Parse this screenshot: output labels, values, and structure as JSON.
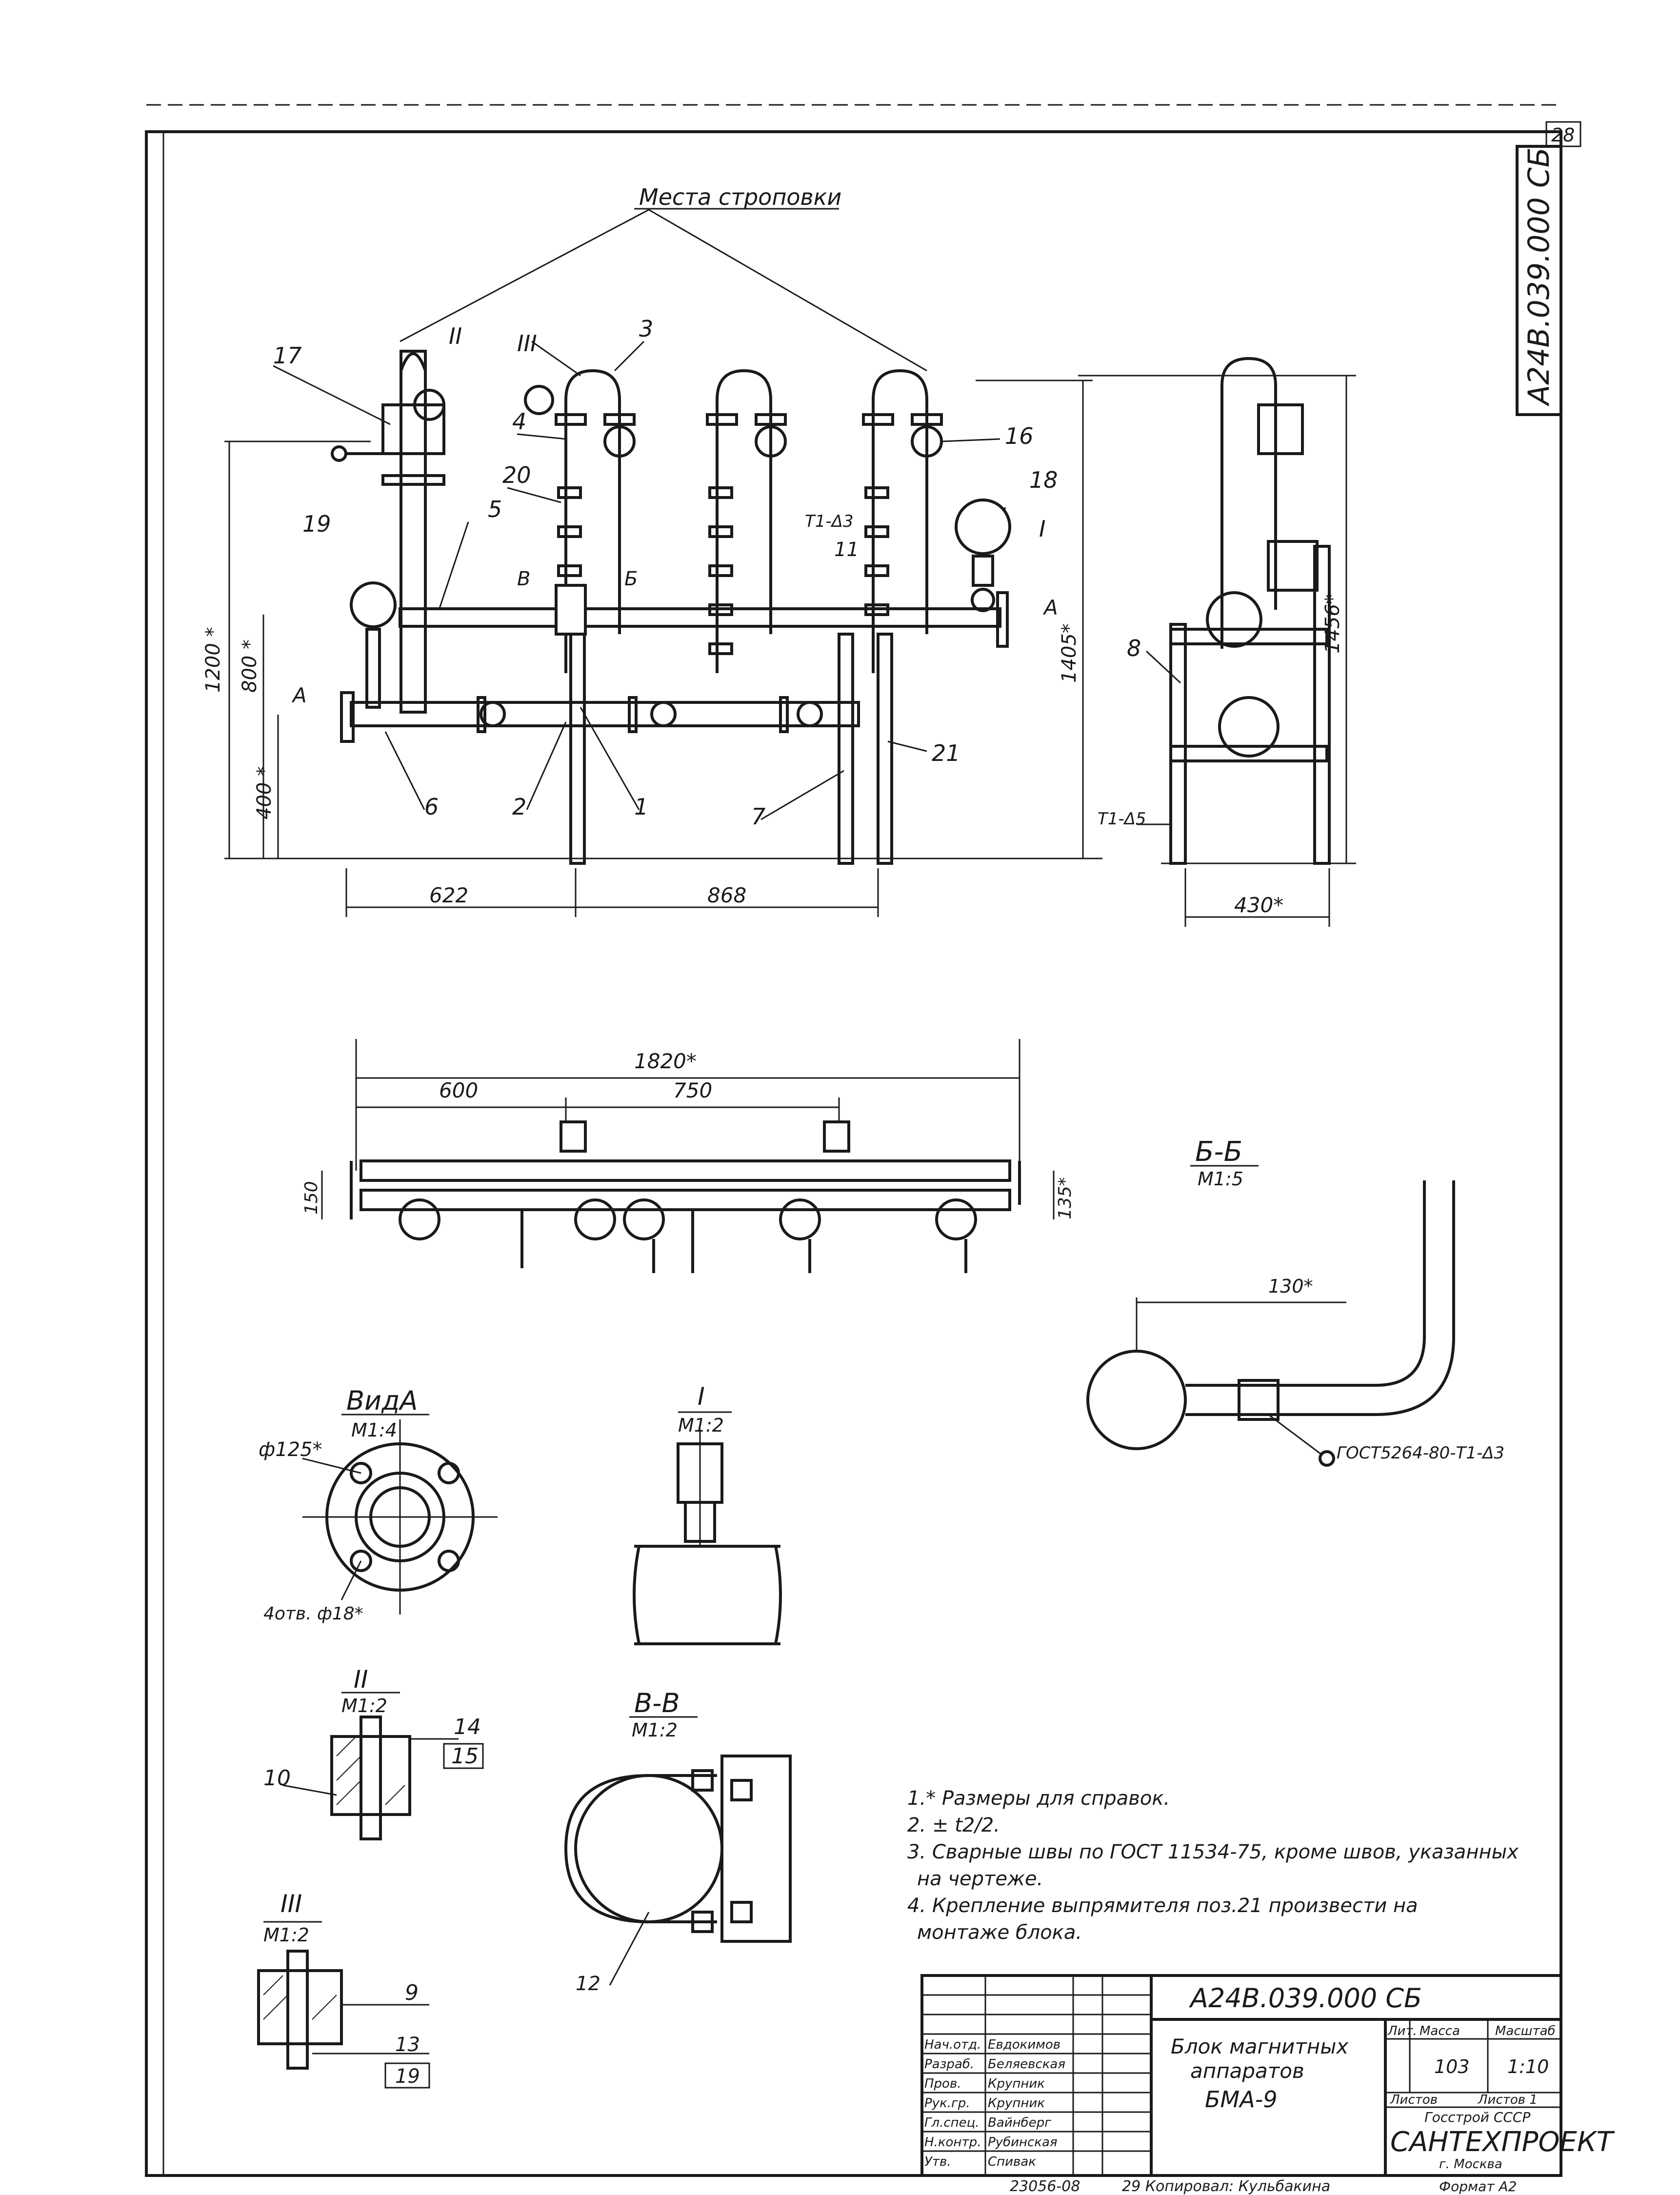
{
  "sheet": {
    "number": "28",
    "vertical_code": "А24В.039.000 СБ",
    "slinging_label": "Места строповки"
  },
  "front_view": {
    "pos_17": "17",
    "pos_II": "II",
    "pos_III": "III",
    "pos_3": "3",
    "pos_4": "4",
    "pos_20": "20",
    "pos_19": "19",
    "pos_5": "5",
    "pos_16": "16",
    "pos_18": "18",
    "pos_I": "I",
    "pos_11": "11",
    "weld_T1_3": "Т1-Δ3",
    "view_A_left": "А",
    "view_A_right": "А",
    "cut_B": "В",
    "cut_B2": "Б",
    "pos_6": "6",
    "pos_2": "2",
    "pos_1": "1",
    "pos_7": "7",
    "pos_21": "21",
    "dim_1200": "1200 *",
    "dim_800": "800 *",
    "dim_400": "400 *",
    "dim_1405": "1405*",
    "dim_622": "622",
    "dim_868": "868"
  },
  "side_view": {
    "pos_8": "8",
    "dim_1456": "1456*",
    "dim_430": "430*",
    "weld": "Т1-Δ5"
  },
  "plan_view": {
    "dim_1820": "1820*",
    "dim_600": "600",
    "dim_750": "750",
    "dim_150": "150",
    "dim_135": "135*"
  },
  "section_bb": {
    "title": "Б-Б",
    "scale": "М1:5",
    "dim_130": "130*",
    "weld_note": "ГОСТ5264-80-Т1-Δ3"
  },
  "view_a": {
    "title": "ВидА",
    "scale": "М1:4",
    "dia": "ф125*",
    "holes": "4отв. ф18*"
  },
  "detail_1": {
    "title": "I",
    "scale": "М1:2"
  },
  "detail_2": {
    "title": "II",
    "scale": "М1:2",
    "pos_14": "14",
    "pos_15": "15",
    "pos_10": "10"
  },
  "section_vv": {
    "title": "В-В",
    "scale": "М1:2",
    "pos_12": "12"
  },
  "detail_3": {
    "title": "III",
    "scale": "М1:2",
    "pos_9": "9",
    "pos_13": "13",
    "pos_19": "19"
  },
  "notes": [
    "1.* Размеры для справок.",
    "2. ± t2/2.",
    "3. Сварные швы по ГОСТ 11534-75, кроме швов, указанных",
    "на чертеже.",
    "4. Крепление выпрямителя поз.21 произвести на",
    "монтаже блока."
  ],
  "title_block": {
    "code": "А24В.039.000 СБ",
    "name_line1": "Блок магнитных",
    "name_line2": "аппаратов",
    "name_line3": "БМА-9",
    "hdr_lit": "Лит.",
    "hdr_mass": "Масса",
    "hdr_scale": "Масштаб",
    "mass": "103",
    "scale": "1:10",
    "sheet_label": "Листов",
    "sheet_label2": "Листов 1",
    "org1": "Госстрой СССР",
    "org2": "САНТЕХПРОЕКТ",
    "org3": "г. Москва",
    "roles": [
      "Нач.отд.",
      "Разраб.",
      "Пров.",
      "Рук.гр.",
      "Гл.спец.",
      "Н.контр.",
      "Утв."
    ],
    "persons": [
      "Евдокимов",
      "Беляевская",
      "Крупник",
      "Крупник",
      "Вайнберг",
      "Рубинская",
      "Спивак"
    ],
    "inv_no": "23056-08",
    "copied": "29 Копировал: Кульбакина",
    "format": "Формат А2"
  }
}
